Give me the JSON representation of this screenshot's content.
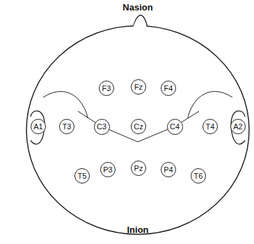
{
  "diagram": {
    "nodes": [
      {
        "text": [
          "F3"
        ]
      },
      {
        "text": [
          "Fz"
        ]
      },
      {
        "text": [
          "F4"
        ]
      },
      {
        "text": [
          "A1"
        ]
      },
      {
        "text": [
          "T3"
        ]
      },
      {
        "text": [
          "C3"
        ]
      },
      {
        "text": [
          "Cz"
        ]
      },
      {
        "text": [
          "C4"
        ]
      },
      {
        "text": [
          "T4"
        ]
      },
      {
        "text": [
          "A2"
        ]
      },
      {
        "text": [
          "T5"
        ]
      },
      {
        "text": [
          "P3"
        ]
      },
      {
        "text": [
          "Pz"
        ]
      },
      {
        "text": [
          "P4"
        ]
      },
      {
        "text": [
          "T6"
        ]
      }
    ],
    "labels": [
      "Nasion",
      "Inion"
    ]
  }
}
